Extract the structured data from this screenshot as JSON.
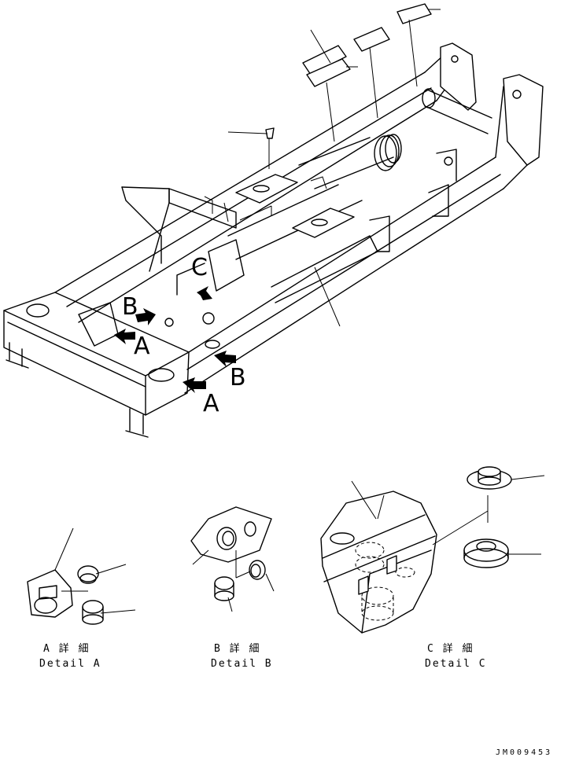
{
  "view_labels": {
    "a_front": "A",
    "a_side": "A",
    "b_front": "B",
    "b_side": "B",
    "c_side": "C"
  },
  "details": [
    {
      "jp": "A 詳 細",
      "en": "Detail A"
    },
    {
      "jp": "B 詳 細",
      "en": "Detail B"
    },
    {
      "jp": "C 詳 細",
      "en": "Detail C"
    }
  ],
  "drawing_code": "JM009453"
}
